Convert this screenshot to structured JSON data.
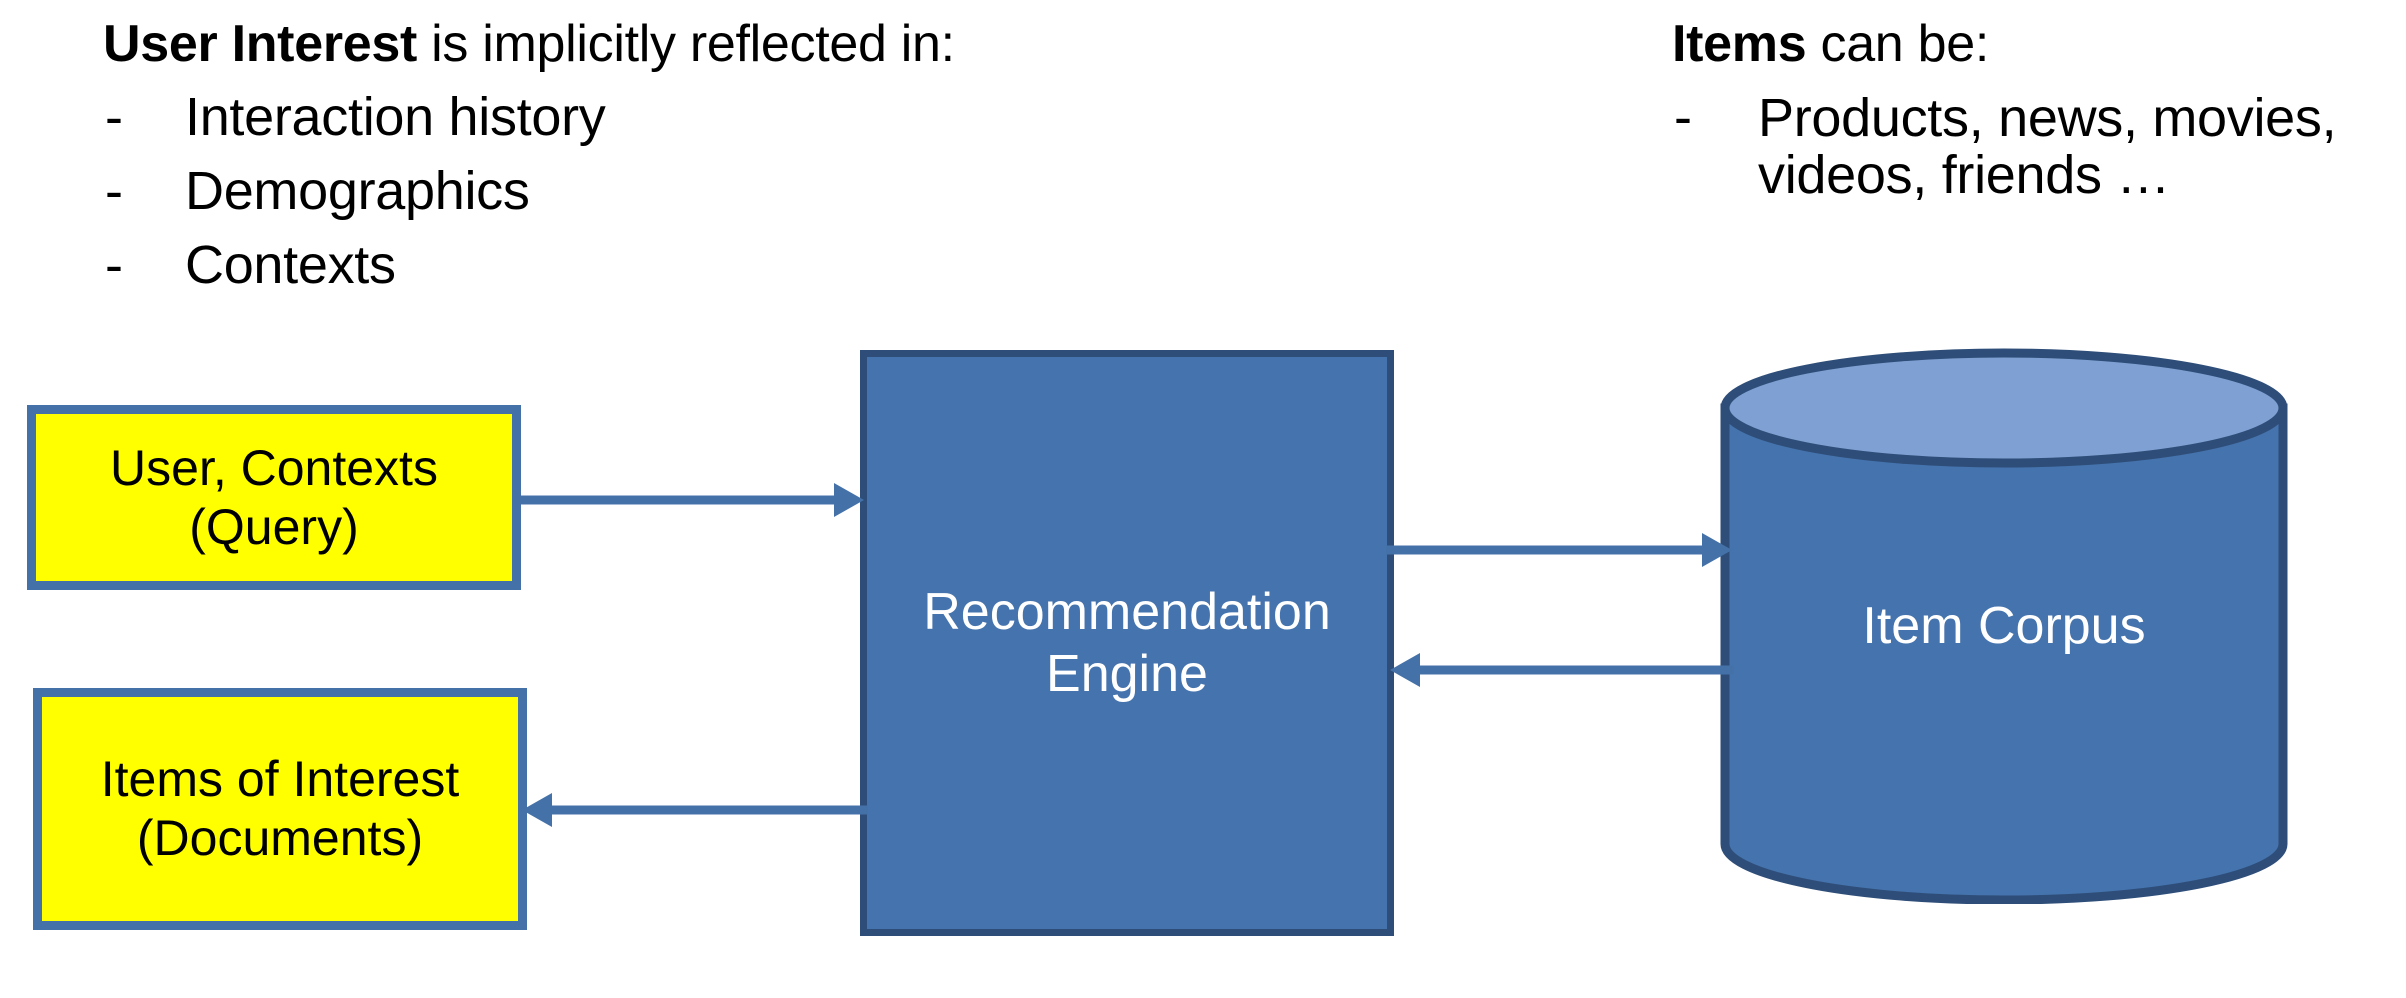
{
  "notes": {
    "left": {
      "heading_keyword": "User Interest",
      "heading_rest": " is implicitly reflected in:",
      "bullet_marker": "-",
      "items": [
        "Interaction history",
        "Demographics",
        "Contexts"
      ]
    },
    "right": {
      "heading_keyword": "Items",
      "heading_rest": " can be:",
      "bullet_marker": "-",
      "items": [
        "Products, news, movies, videos, friends …"
      ]
    }
  },
  "nodes": {
    "query_box": {
      "line1": "User, Contexts",
      "line2": "(Query)"
    },
    "documents_box": {
      "line1": "Items of Interest",
      "line2": "(Documents)"
    },
    "engine": {
      "line1": "Recommendation",
      "line2": "Engine"
    },
    "corpus": {
      "label": "Item Corpus"
    }
  },
  "colors": {
    "highlight_yellow": "#FFFF00",
    "box_border_blue": "#4472A8",
    "shape_fill_blue": "#4573AD",
    "shape_border_navy": "#2E4E79",
    "cylinder_top_blue": "#7FA0D2",
    "arrow_blue": "#4472A8",
    "text_white": "#FFFFFF",
    "text_black": "#000000",
    "background": "#FFFFFF"
  },
  "connectors": [
    {
      "name": "query-to-engine",
      "from": "query_box",
      "to": "engine",
      "direction": "right"
    },
    {
      "name": "engine-to-documents",
      "from": "engine",
      "to": "documents_box",
      "direction": "left"
    },
    {
      "name": "engine-to-corpus",
      "from": "engine",
      "to": "corpus",
      "direction": "right"
    },
    {
      "name": "corpus-to-engine",
      "from": "corpus",
      "to": "engine",
      "direction": "left"
    }
  ]
}
